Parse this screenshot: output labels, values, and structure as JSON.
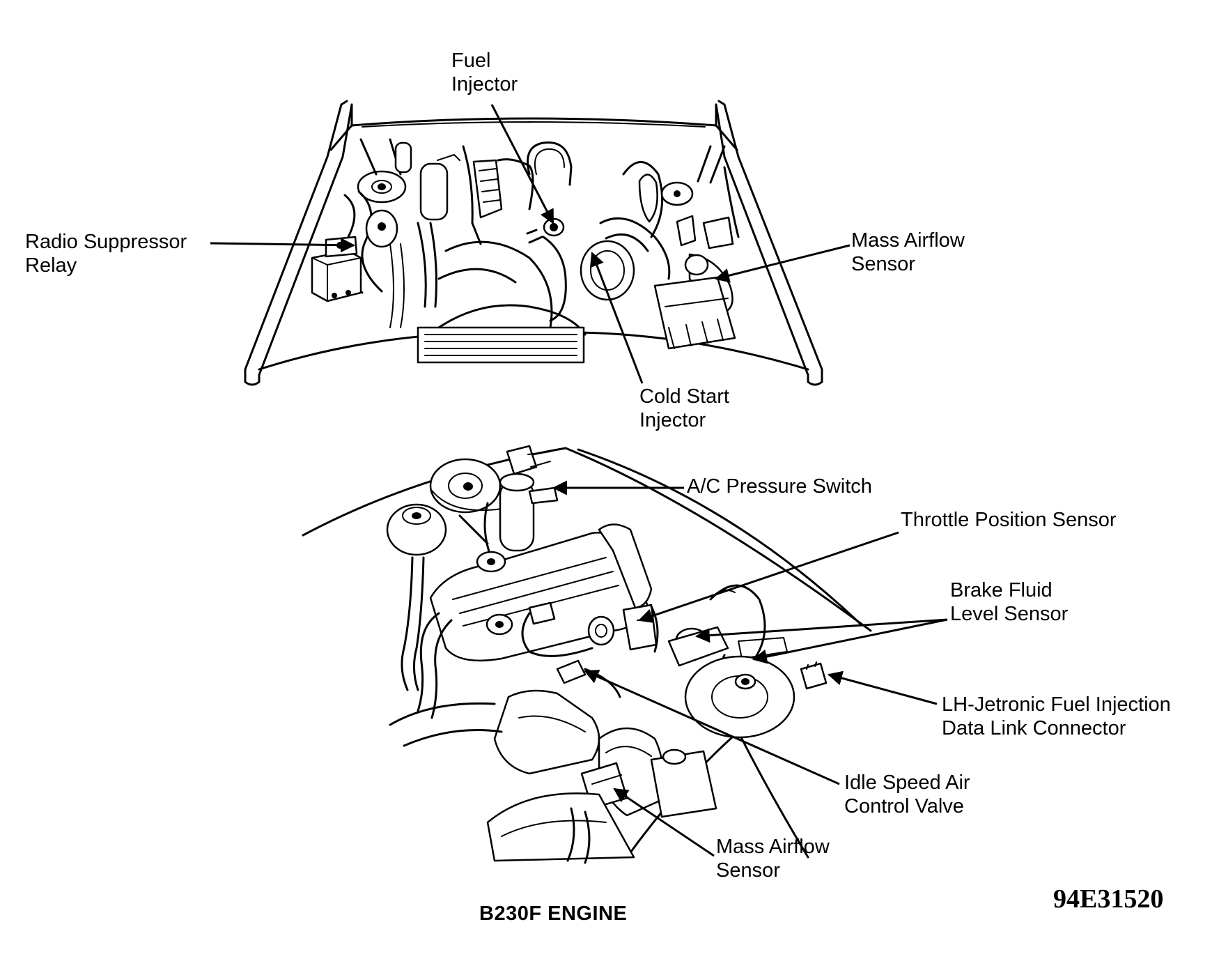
{
  "labels": {
    "fuel_injector": [
      "Fuel",
      "Injector"
    ],
    "radio_suppressor_relay": [
      "Radio Suppressor",
      "Relay"
    ],
    "mass_airflow_sensor_top": [
      "Mass Airflow",
      "Sensor"
    ],
    "cold_start_injector": [
      "Cold Start",
      "Injector"
    ],
    "ac_pressure_switch": [
      "A/C Pressure Switch"
    ],
    "throttle_position_sensor": [
      "Throttle Position Sensor"
    ],
    "brake_fluid_level_sensor": [
      "Brake Fluid",
      "Level Sensor"
    ],
    "lh_jetronic_connector": [
      "LH-Jetronic Fuel Injection",
      "Data Link Connector"
    ],
    "idle_speed_air_control_valve": [
      "Idle Speed Air",
      "Control Valve"
    ],
    "mass_airflow_sensor_bottom": [
      "Mass Airflow",
      "Sensor"
    ]
  },
  "caption": "B230F ENGINE",
  "figure_code": "94E31520"
}
